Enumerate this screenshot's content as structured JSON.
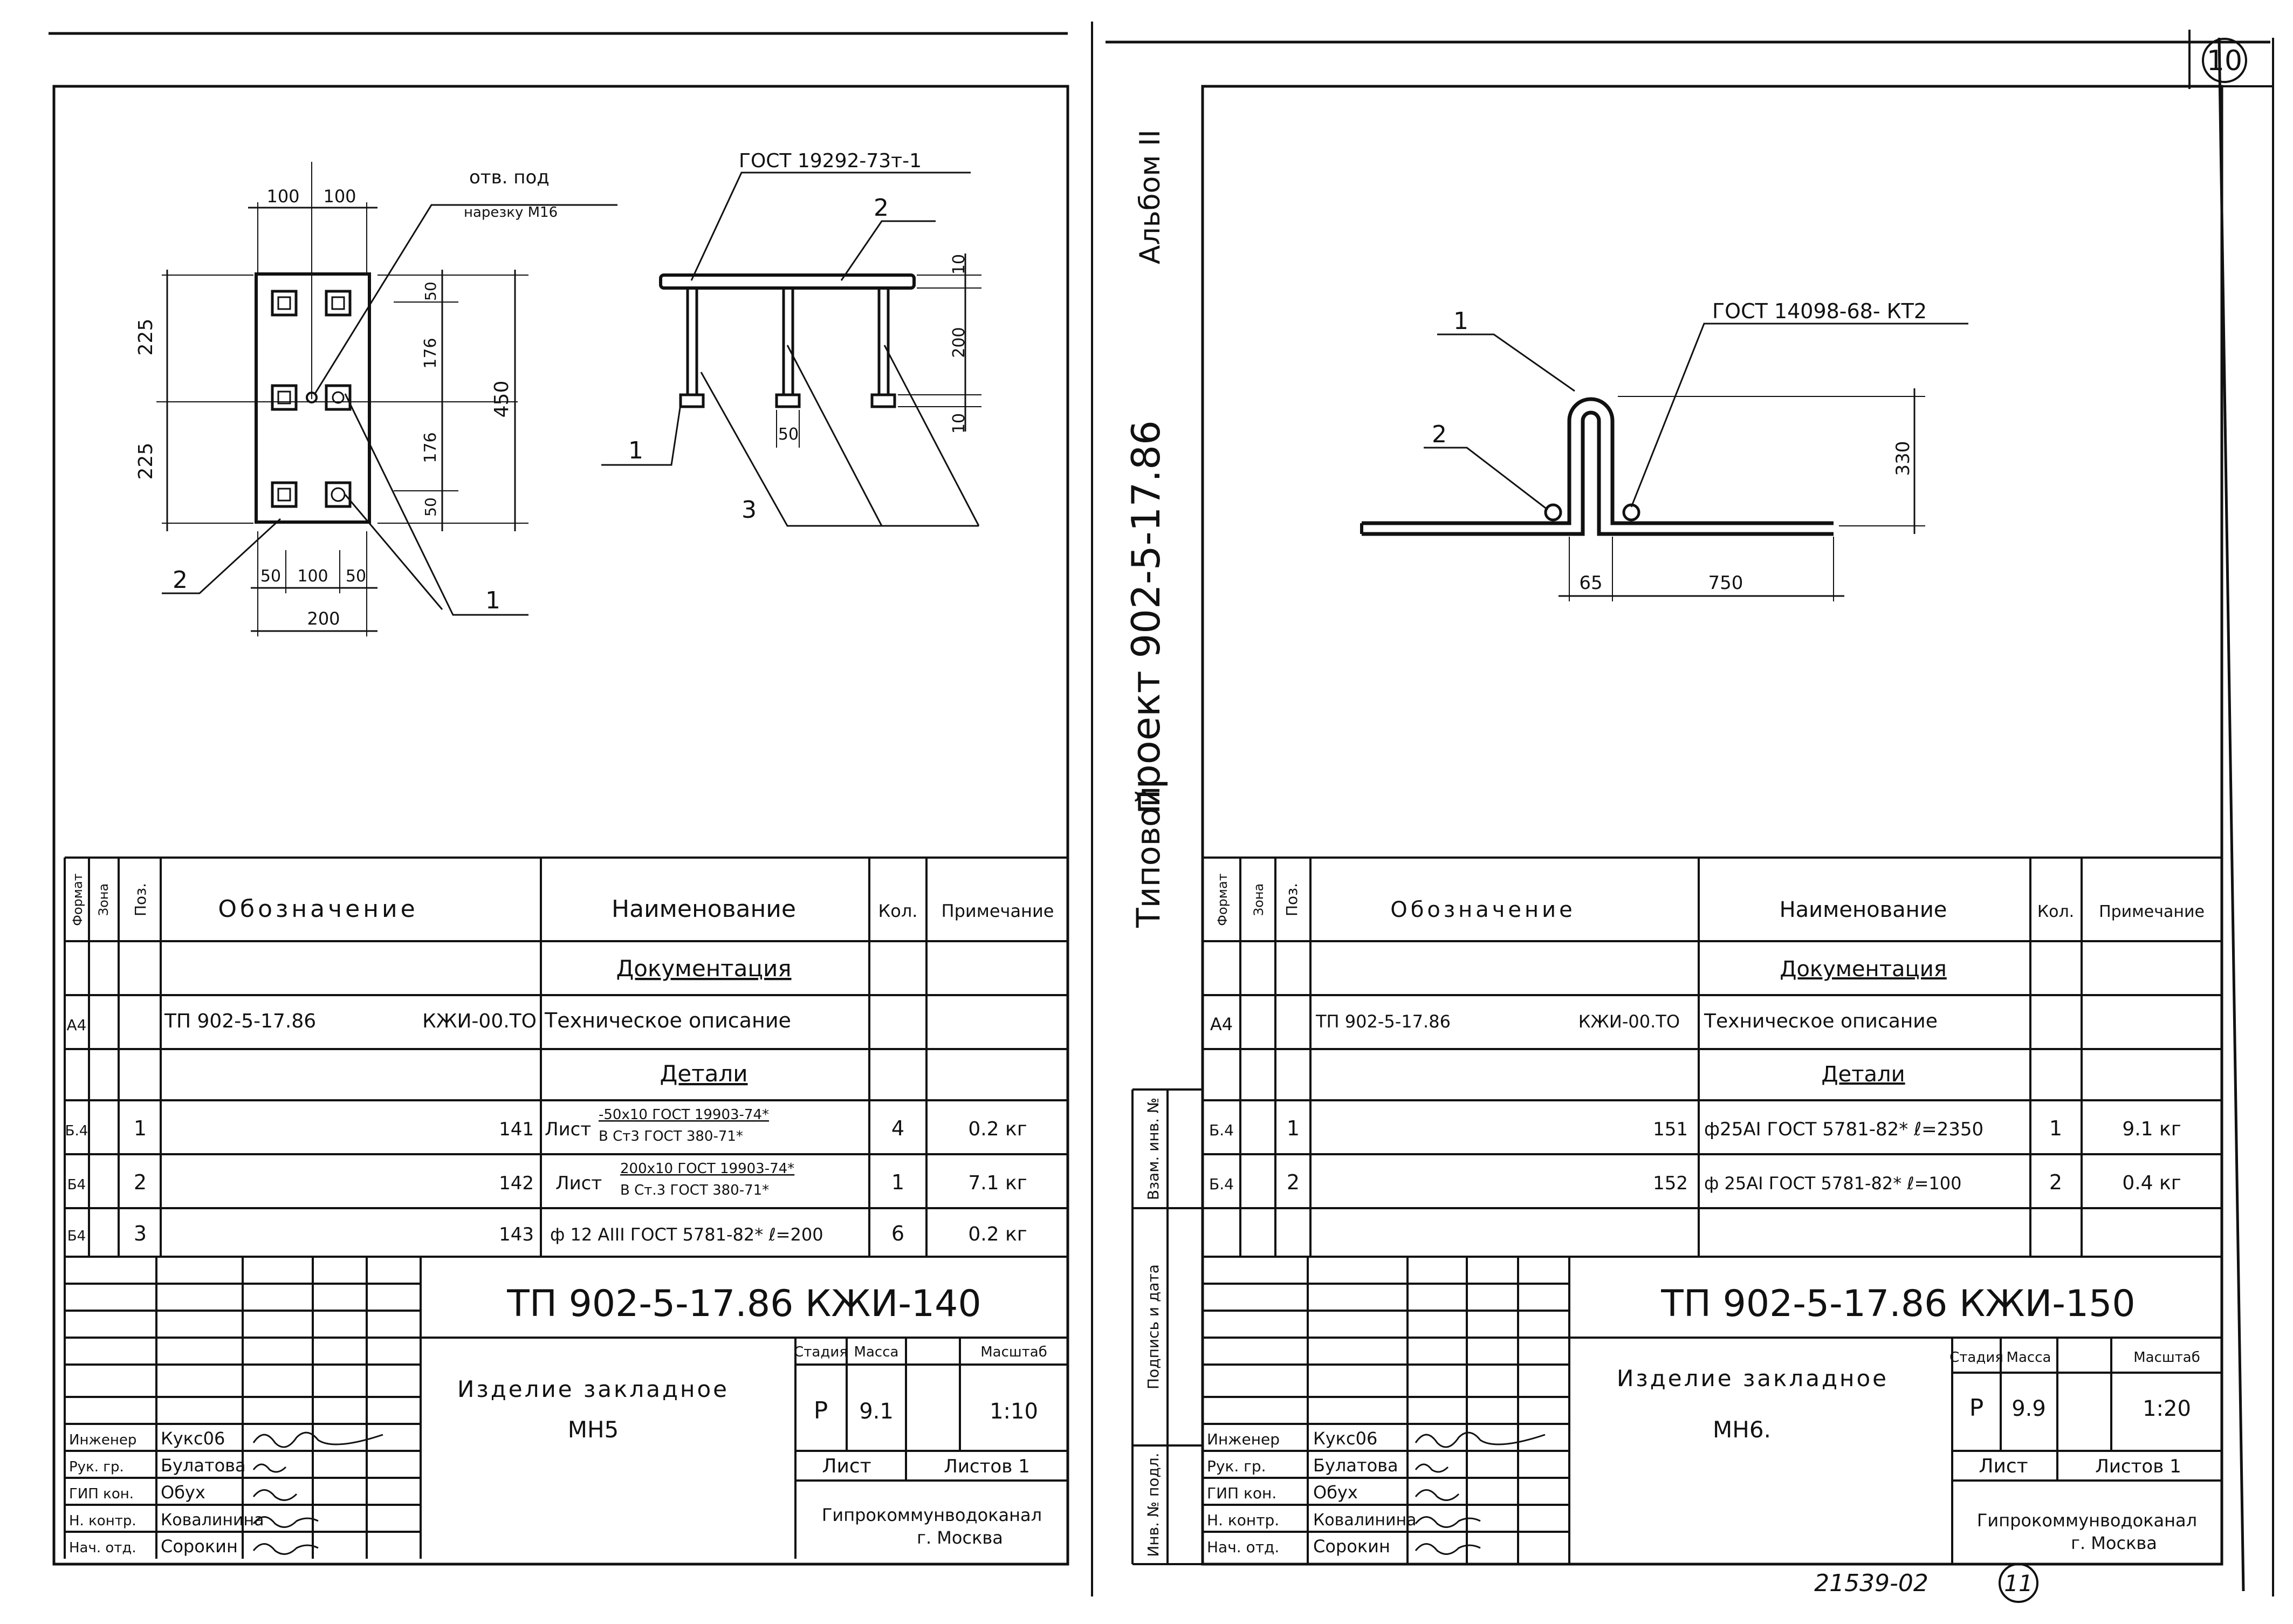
{
  "sheet_number": "10",
  "sheet_number_bottom": "11",
  "inventory_number": "21539-02",
  "vertical_title": {
    "typical": "Типовой",
    "project": "проект 902-5-17.86",
    "album": "Альбом II"
  },
  "binding_column": {
    "inv_podl": "Инв. № подл.",
    "podpis_data": "Подпись и дата",
    "vzam_inv": "Взам. инв. №"
  },
  "headers": {
    "format": "Формат",
    "zona": "Зона",
    "poz": "Поз.",
    "oboznachenie": "Обозначение",
    "naimenovanie": "Наименование",
    "kol": "Кол.",
    "primechanie": "Примечание"
  },
  "left": {
    "drawing": {
      "plan_dims": [
        "100",
        "100",
        "225",
        "225",
        "50",
        "176",
        "176",
        "50",
        "450",
        "50",
        "100",
        "50",
        "200"
      ],
      "hole_label_1": "отв. под",
      "hole_label_2": "нарезку M16",
      "gost_label": "ГОСТ 19292-73т-1",
      "side_dims": [
        "10",
        "200",
        "10",
        "50"
      ],
      "pos_labels": [
        "1",
        "2",
        "3",
        "2",
        "1"
      ]
    },
    "spec": {
      "section_doc": "Документация",
      "doc_row": {
        "format": "А4",
        "oboz": "ТП 902-5-17.86",
        "oboz_code": "КЖИ-00.ТО",
        "naim": "Техническое описание"
      },
      "section_det": "Детали",
      "rows": [
        {
          "format": "Б.4",
          "pos": "1",
          "oboz": "141",
          "naim_a": "Лист",
          "naim_b": "-50x10 ГОСТ 19903-74*",
          "naim_c": "В Ст3 ГОСТ 380-71*",
          "kol": "4",
          "prim": "0.2 кг"
        },
        {
          "format": "Б4",
          "pos": "2",
          "oboz": "142",
          "naim_a": "Лист",
          "naim_b": "200x10 ГОСТ 19903-74*",
          "naim_c": "В Ст.3 ГОСТ 380-71*",
          "kol": "1",
          "prim": "7.1 кг"
        },
        {
          "format": "Б4",
          "pos": "3",
          "oboz": "143",
          "naim": "ф 12 АIII ГОСТ 5781-82* ℓ=200",
          "kol": "6",
          "prim": "0.2 кг"
        }
      ]
    },
    "stamp": {
      "code": "ТП 902-5-17.86 КЖИ-140",
      "title_1": "Изделие закладное",
      "title_2": "МН5",
      "stadia_h": "Стадия",
      "massa_h": "Масса",
      "masshtab_h": "Масштаб",
      "stadia": "Р",
      "massa": "9.1",
      "masshtab": "1:10",
      "list": "Лист",
      "listov": "Листов 1",
      "org_1": "Гипрокоммунводоканал",
      "org_2": "г. Москва",
      "people": [
        {
          "role": "Инженер",
          "name": "Кукс06"
        },
        {
          "role": "Рук. гр.",
          "name": "Булатова"
        },
        {
          "role": "ГИП кон.",
          "name": "Обух"
        },
        {
          "role": "Н. контр.",
          "name": "Ковалинина"
        },
        {
          "role": "Нач. отд.",
          "name": "Сорокин"
        }
      ]
    }
  },
  "right": {
    "drawing": {
      "gost_label": "ГОСТ 14098-68- КТ2",
      "dims": [
        "330",
        "65",
        "750"
      ],
      "pos_labels": [
        "1",
        "2"
      ]
    },
    "spec": {
      "section_doc": "Документация",
      "doc_row": {
        "format": "А4",
        "oboz": "ТП 902-5-17.86",
        "oboz_code": "КЖИ-00.ТО",
        "naim": "Техническое описание"
      },
      "section_det": "Детали",
      "rows": [
        {
          "format": "Б.4",
          "pos": "1",
          "oboz": "151",
          "naim": "ф25АI ГОСТ 5781-82* ℓ=2350",
          "kol": "1",
          "prim": "9.1 кг"
        },
        {
          "format": "Б.4",
          "pos": "2",
          "oboz": "152",
          "naim": "ф 25АI ГОСТ 5781-82* ℓ=100",
          "kol": "2",
          "prim": "0.4 кг"
        }
      ]
    },
    "stamp": {
      "code": "ТП 902-5-17.86 КЖИ-150",
      "title_1": "Изделие закладное",
      "title_2": "МН6.",
      "stadia_h": "Стадия",
      "massa_h": "Масса",
      "masshtab_h": "Масштаб",
      "stadia": "Р",
      "massa": "9.9",
      "masshtab": "1:20",
      "list": "Лист",
      "listov": "Листов 1",
      "org_1": "Гипрокоммунводоканал",
      "org_2": "г. Москва",
      "people": [
        {
          "role": "Инженер",
          "name": "Кукс06"
        },
        {
          "role": "Рук. гр.",
          "name": "Булатова"
        },
        {
          "role": "ГИП кон.",
          "name": "Обух"
        },
        {
          "role": "Н. контр.",
          "name": "Ковалинина"
        },
        {
          "role": "Нач. отд.",
          "name": "Сорокин"
        }
      ]
    }
  }
}
